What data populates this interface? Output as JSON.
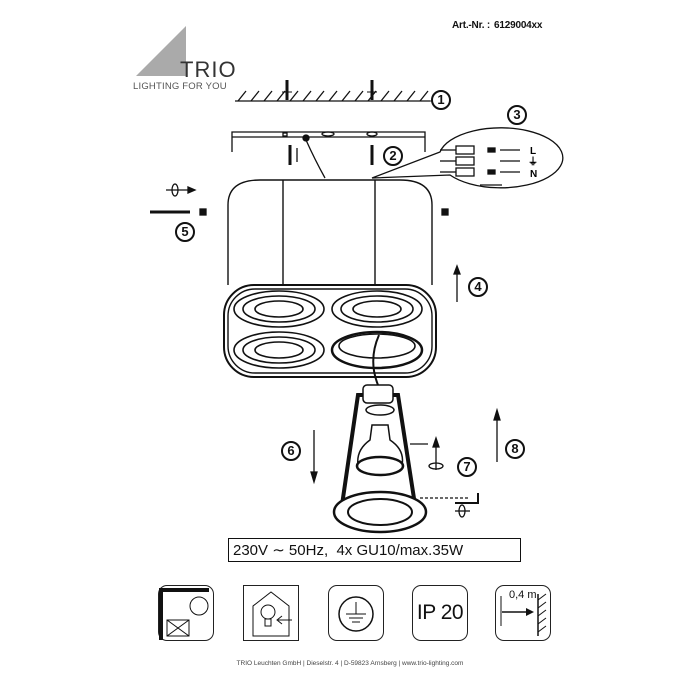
{
  "header": {
    "art_label": "Art.-Nr. :",
    "art_number": "6129004xx"
  },
  "logo": {
    "brand": "TRIO",
    "tagline": "LIGHTING FOR YOU"
  },
  "steps": [
    "1",
    "2",
    "3",
    "4",
    "5",
    "6",
    "7",
    "8"
  ],
  "wiring": {
    "labels": [
      "L",
      "⏚",
      "N"
    ]
  },
  "spec": "230V ∼ 50Hz,  4x GU10/max.35W",
  "icons": {
    "names": [
      "no-insulation-cover-icon",
      "indoor-use-icon",
      "protective-earth-icon",
      "ip-rating-icon",
      "min-distance-icon"
    ],
    "ip_rating": "IP 20",
    "distance": "0,4 m"
  },
  "footer": "TRIO Leuchten GmbH | Dieselstr. 4 | D-59823 Arnsberg | www.trio-lighting.com"
}
